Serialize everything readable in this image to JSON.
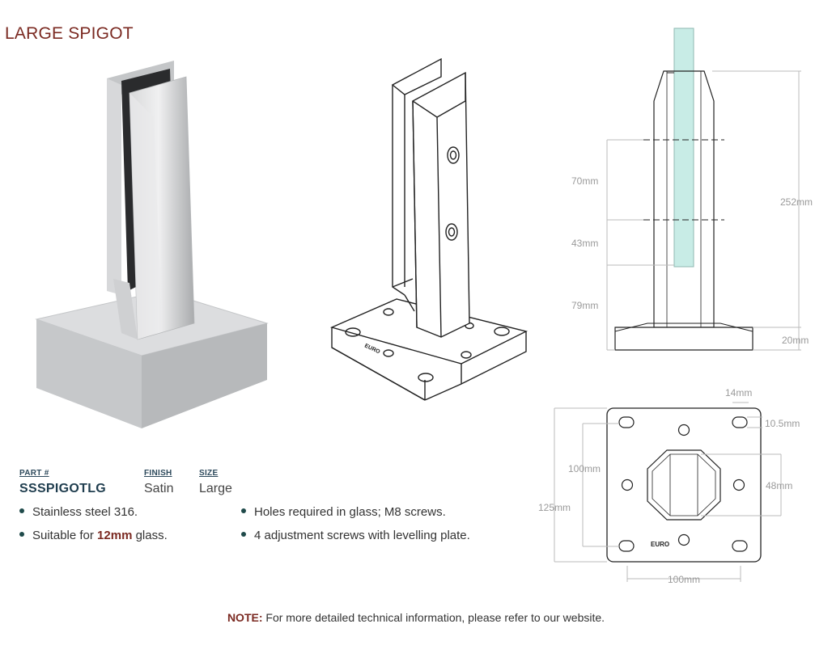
{
  "title": "LARGE SPIGOT",
  "specs": {
    "part_label": "PART #",
    "part_value": "SSSPIGOTLG",
    "finish_label": "FINISH",
    "finish_value": "Satin",
    "size_label": "SIZE",
    "size_value": "Large"
  },
  "bullets_left": [
    {
      "text": "Stainless steel 316."
    },
    {
      "pre": "Suitable for ",
      "bold": "12mm",
      "post": " glass."
    }
  ],
  "bullets_right": [
    {
      "text": "Holes required in glass; M8 screws."
    },
    {
      "text": "4 adjustment screws with levelling plate."
    }
  ],
  "side_dims": {
    "d70": "70mm",
    "d43": "43mm",
    "d79": "79mm",
    "d252": "252mm",
    "d20": "20mm"
  },
  "plan_dims": {
    "d14": "14mm",
    "d10_5": "10.5mm",
    "d100_left": "100mm",
    "d48": "48mm",
    "d125": "125mm",
    "d100_bottom": "100mm"
  },
  "brand_mark": "EURO",
  "note": {
    "label": "NOTE:",
    "text": " For more detailed technical information, please refer to our website."
  },
  "colors": {
    "title": "#7b2a22",
    "spec_label": "#2e4a5c",
    "dimension": "#9a9a9a",
    "glass": "#c8ece6",
    "accent_bold": "#7b2a22"
  }
}
